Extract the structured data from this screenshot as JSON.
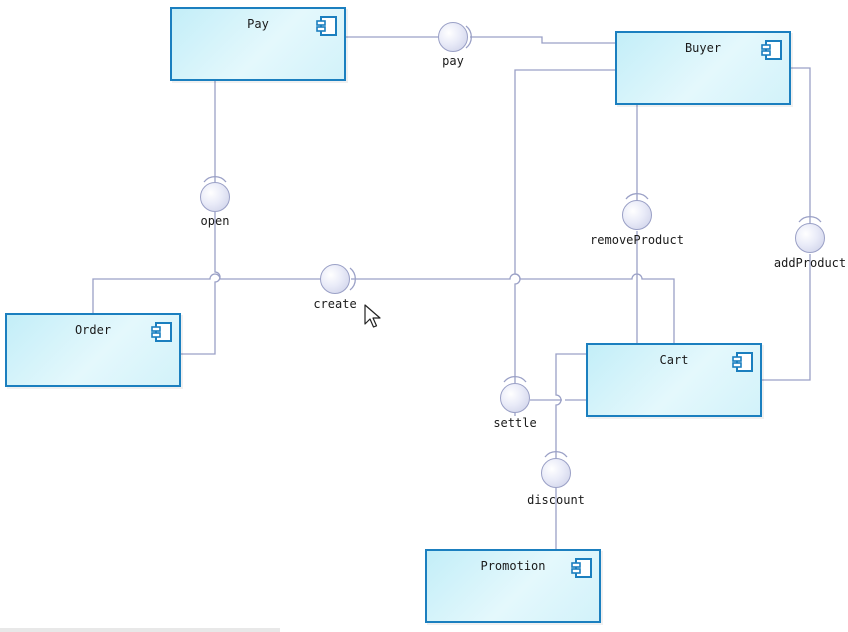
{
  "components": [
    {
      "id": "pay",
      "label": "Pay"
    },
    {
      "id": "buyer",
      "label": "Buyer"
    },
    {
      "id": "order",
      "label": "Order"
    },
    {
      "id": "cart",
      "label": "Cart"
    },
    {
      "id": "promotion",
      "label": "Promotion"
    }
  ],
  "interfaces": [
    {
      "id": "pay",
      "label": "pay"
    },
    {
      "id": "open",
      "label": "open"
    },
    {
      "id": "create",
      "label": "create"
    },
    {
      "id": "removeProduct",
      "label": "removeProduct"
    },
    {
      "id": "addProduct",
      "label": "addProduct"
    },
    {
      "id": "settle",
      "label": "settle"
    },
    {
      "id": "discount",
      "label": "discount"
    }
  ],
  "colors": {
    "component_border": "#1b7fbf",
    "component_fill": "#d9f5fb",
    "connector": "#9aa0c6"
  },
  "icons": {
    "component": "uml-component-icon",
    "cursor": "mouse-pointer-icon"
  }
}
